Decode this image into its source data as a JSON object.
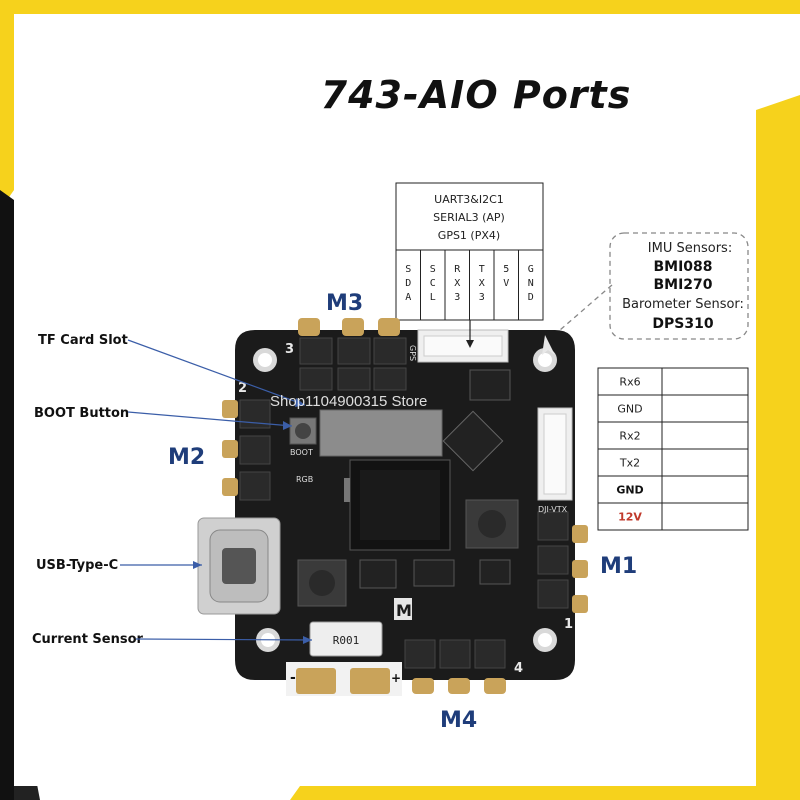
{
  "title": "743-AIO Ports",
  "uart3_box": {
    "lines": [
      "UART3&I2C1",
      "SERIAL3 (AP)",
      "GPS1 (PX4)"
    ],
    "pins": [
      {
        "chars": [
          "S",
          "D",
          "A"
        ],
        "color": "#222222"
      },
      {
        "chars": [
          "S",
          "C",
          "L"
        ],
        "color": "#222222"
      },
      {
        "chars": [
          "R",
          "X",
          "3"
        ],
        "color": "#222222"
      },
      {
        "chars": [
          "T",
          "X",
          "3"
        ],
        "color": "#222222"
      },
      {
        "chars": [
          "5",
          "V"
        ],
        "color": "#c0392b"
      },
      {
        "chars": [
          "G",
          "N",
          "D"
        ],
        "color": "#111111"
      }
    ]
  },
  "imu_box": {
    "imu_label": "IMU Sensors:",
    "imu_1": "BMI088",
    "imu_2": "BMI270",
    "baro_label": "Barometer Sensor:",
    "baro_1": "DPS310"
  },
  "vtx_table": {
    "rows": [
      {
        "label": "Rx6",
        "color": "#222222"
      },
      {
        "label": "GND",
        "color": "#222222"
      },
      {
        "label": "Rx2",
        "color": "#222222"
      },
      {
        "label": "Tx2",
        "color": "#222222"
      },
      {
        "label": "GND",
        "color": "#111111"
      },
      {
        "label": "12V",
        "color": "#c0392b"
      }
    ]
  },
  "callouts": {
    "tf_card": "TF Card Slot",
    "boot": "BOOT Button",
    "usb": "USB-Type-C",
    "current": "Current Sensor"
  },
  "motors": {
    "m1": "M1",
    "m2": "M2",
    "m3": "M3",
    "m4": "M4"
  },
  "board": {
    "num_1": "1",
    "num_2": "2",
    "num_3": "3",
    "num_4": "4",
    "gps_silk": "GPS",
    "boot_silk": "BOOT",
    "rgb_silk": "RGB",
    "vtx_silk": "DJI-VTX",
    "resistor": "R001",
    "minus": "-",
    "plus": "+"
  },
  "watermark": "Shop1104900315 Store",
  "colors": {
    "accent_yellow": "#f6d21c",
    "motor_blue": "#1f3d7a",
    "warn_red": "#c0392b",
    "pcb": "#1b1b1b"
  }
}
